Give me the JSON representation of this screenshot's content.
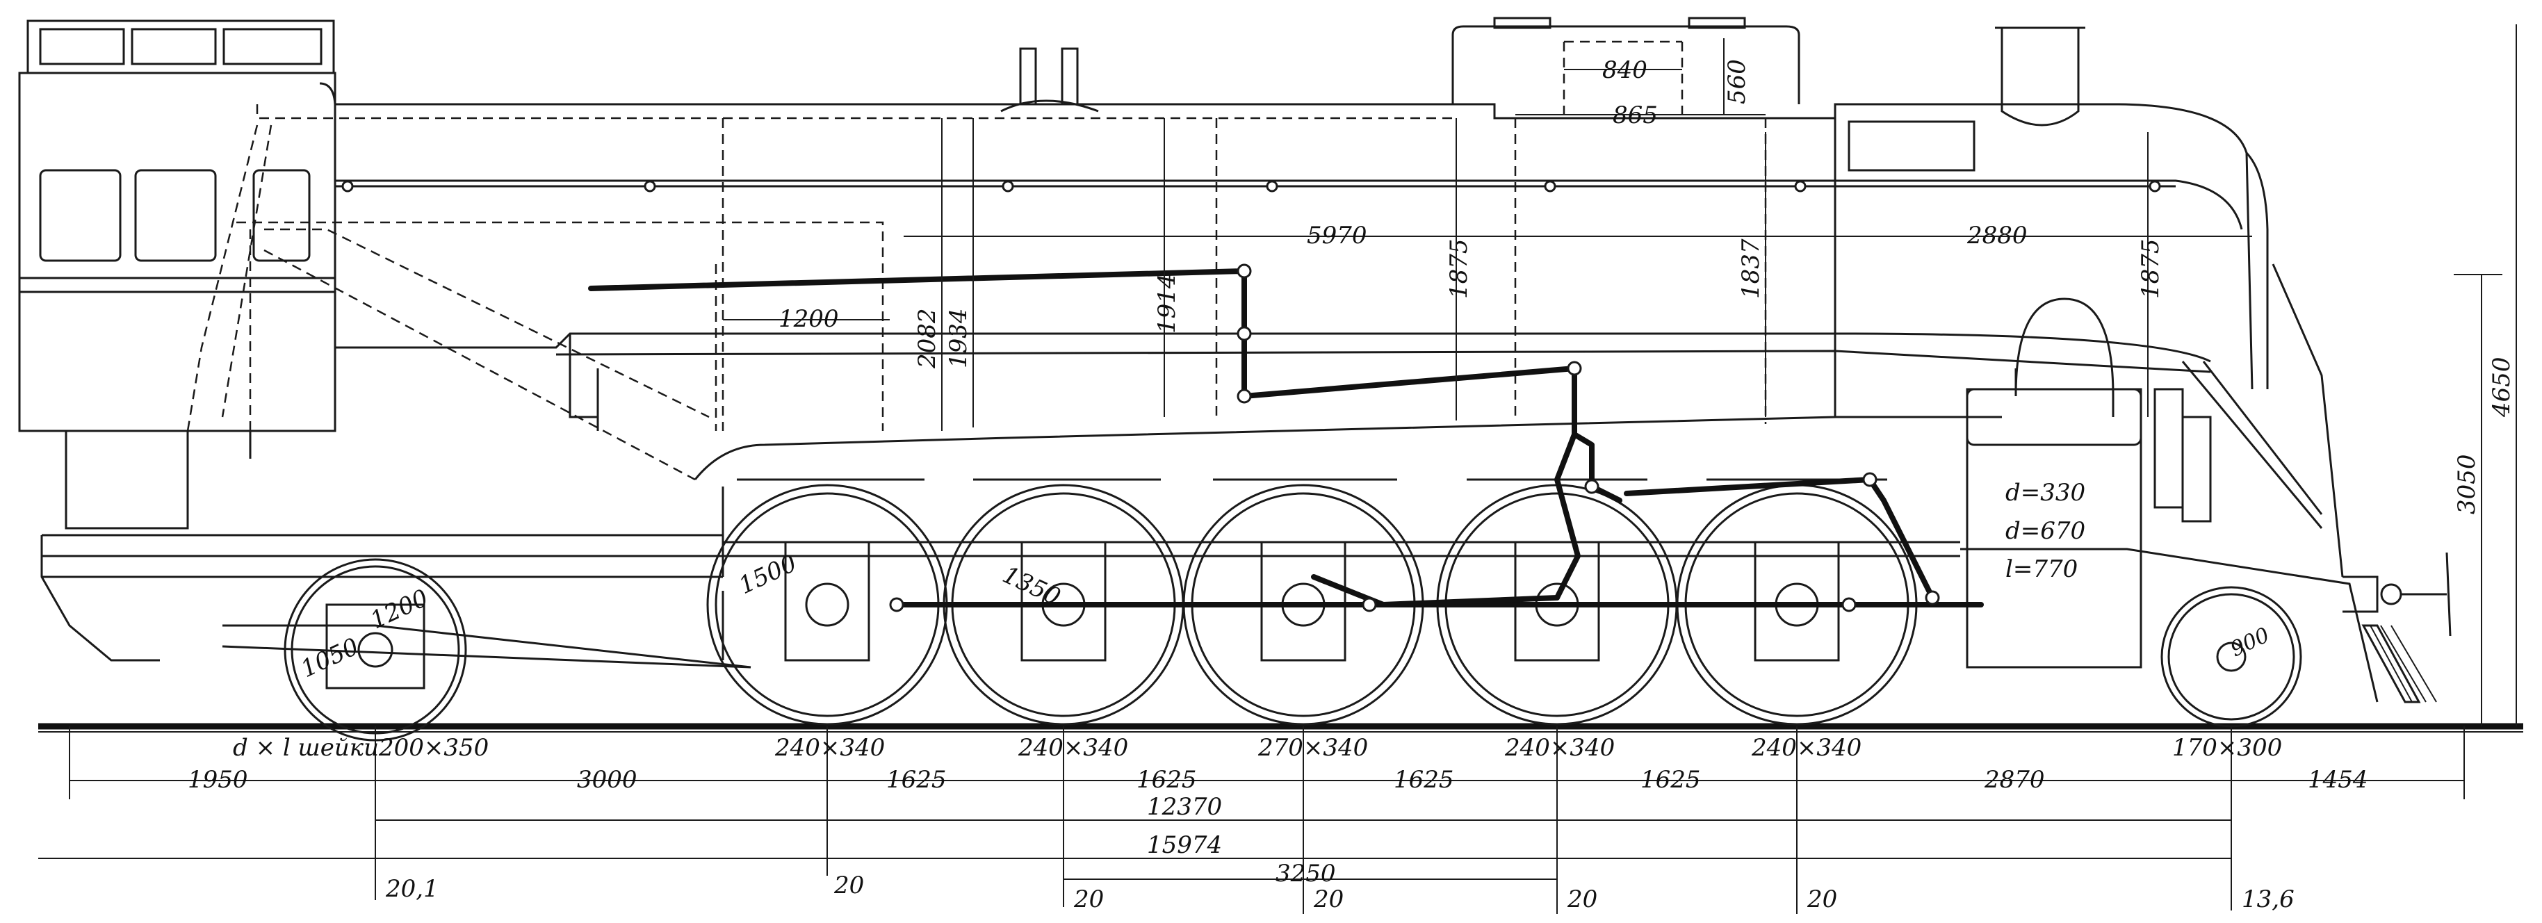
{
  "dimensions": {
    "horizontal_bottom": {
      "row1": [
        "1950",
        "3000",
        "1625",
        "1625",
        "1625",
        "1625",
        "2870",
        "1454"
      ],
      "row2": "12370",
      "row3": "15974",
      "row4": "3250"
    },
    "journals": {
      "header": "d × l  шейки",
      "values": [
        "200×350",
        "240×340",
        "240×340",
        "270×340",
        "240×340",
        "240×340",
        "170×300"
      ]
    },
    "axle_loads": [
      "20,1",
      "20",
      "20",
      "20",
      "20",
      "20",
      "13,6"
    ],
    "wheels": {
      "trailing": [
        "1050",
        "1200"
      ],
      "driving": [
        "1500",
        "1350"
      ],
      "leading": "900"
    },
    "boiler": {
      "length_barrel": "5970",
      "length_smokebox": "2880",
      "firebox_length": "1200",
      "heights": [
        "2082",
        "1934",
        "1914",
        "1875",
        "1837",
        "1875"
      ],
      "dome": [
        "840",
        "865",
        "560"
      ]
    },
    "overall_height": [
      "4650",
      "3050"
    ],
    "cylinder": [
      "d=330",
      "d=670",
      "l=770"
    ]
  }
}
